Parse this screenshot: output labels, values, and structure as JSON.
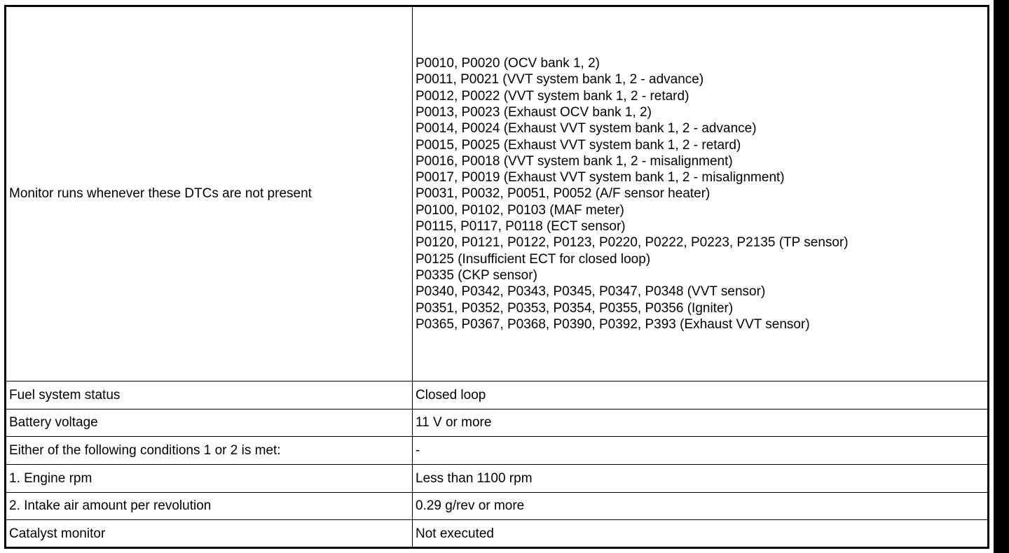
{
  "table": {
    "rows": [
      {
        "condition": "Monitor runs whenever these DTCs are not present",
        "value_lines": [
          "P0010, P0020 (OCV bank 1, 2)",
          "P0011, P0021 (VVT system bank 1, 2 - advance)",
          "P0012, P0022 (VVT system bank 1, 2 - retard)",
          "P0013, P0023 (Exhaust OCV bank 1, 2)",
          "P0014, P0024 (Exhaust VVT system bank 1, 2 - advance)",
          "P0015, P0025 (Exhaust VVT system bank 1, 2 - retard)",
          "P0016, P0018 (VVT system bank 1, 2 - misalignment)",
          "P0017, P0019 (Exhaust VVT system bank 1, 2 - misalignment)",
          "P0031, P0032, P0051, P0052 (A/F sensor heater)",
          "P0100, P0102, P0103 (MAF meter)",
          "P0115, P0117, P0118 (ECT sensor)",
          "P0120, P0121, P0122, P0123, P0220, P0222, P0223, P2135 (TP sensor)",
          "P0125 (Insufficient ECT for closed loop)",
          "P0335 (CKP sensor)",
          "P0340, P0342, P0343, P0345, P0347, P0348 (VVT sensor)",
          "P0351, P0352, P0353, P0354, P0355, P0356 (Igniter)",
          "P0365, P0367, P0368, P0390, P0392, P393 (Exhaust VVT sensor)"
        ]
      },
      {
        "condition": "Fuel system status",
        "value": "Closed loop"
      },
      {
        "condition": "Battery voltage",
        "value": "11 V or more"
      },
      {
        "condition": "Either of the following conditions 1 or 2 is met:",
        "value": "-"
      },
      {
        "condition": "1. Engine rpm",
        "value": "Less than 1100 rpm"
      },
      {
        "condition": "2. Intake air amount per revolution",
        "value": "0.29 g/rev or more"
      },
      {
        "condition": "Catalyst monitor",
        "value": "Not executed"
      }
    ]
  }
}
